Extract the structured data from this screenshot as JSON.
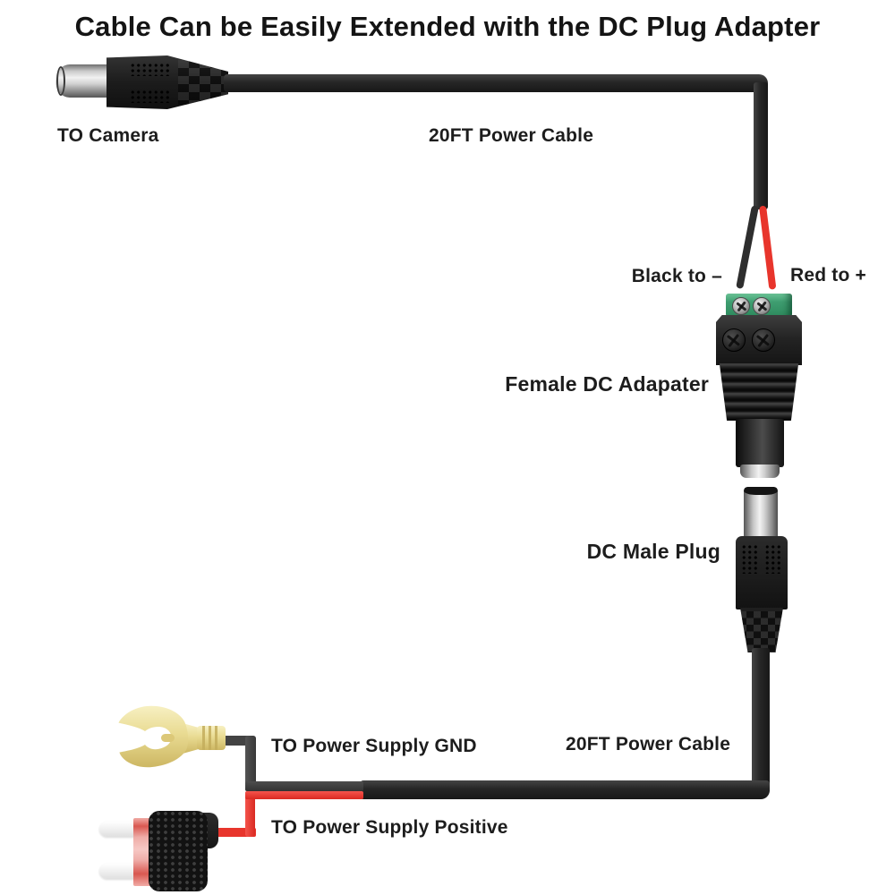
{
  "title": "Cable Can be Easily Extended with the DC Plug Adapter",
  "labels": {
    "to_camera": "TO Camera",
    "power_cable_top": "20FT Power Cable",
    "black_to_negative": "Black to –",
    "red_to_positive": "Red to +",
    "female_dc_adapter": "Female DC Adapater",
    "dc_male_plug": "DC Male Plug",
    "power_supply_gnd": "TO Power Supply GND",
    "power_cable_bottom": "20FT Power Cable",
    "power_supply_positive": "TO Power Supply Positive"
  },
  "colors": {
    "cable_black": "#262626",
    "wire_red": "#e8352c",
    "wire_gray": "#414141",
    "terminal_green": "#3f9e71",
    "terminal_gold": "#e9db92",
    "fuse_pink": "#eb9c96",
    "text": "#1d1d1d"
  }
}
